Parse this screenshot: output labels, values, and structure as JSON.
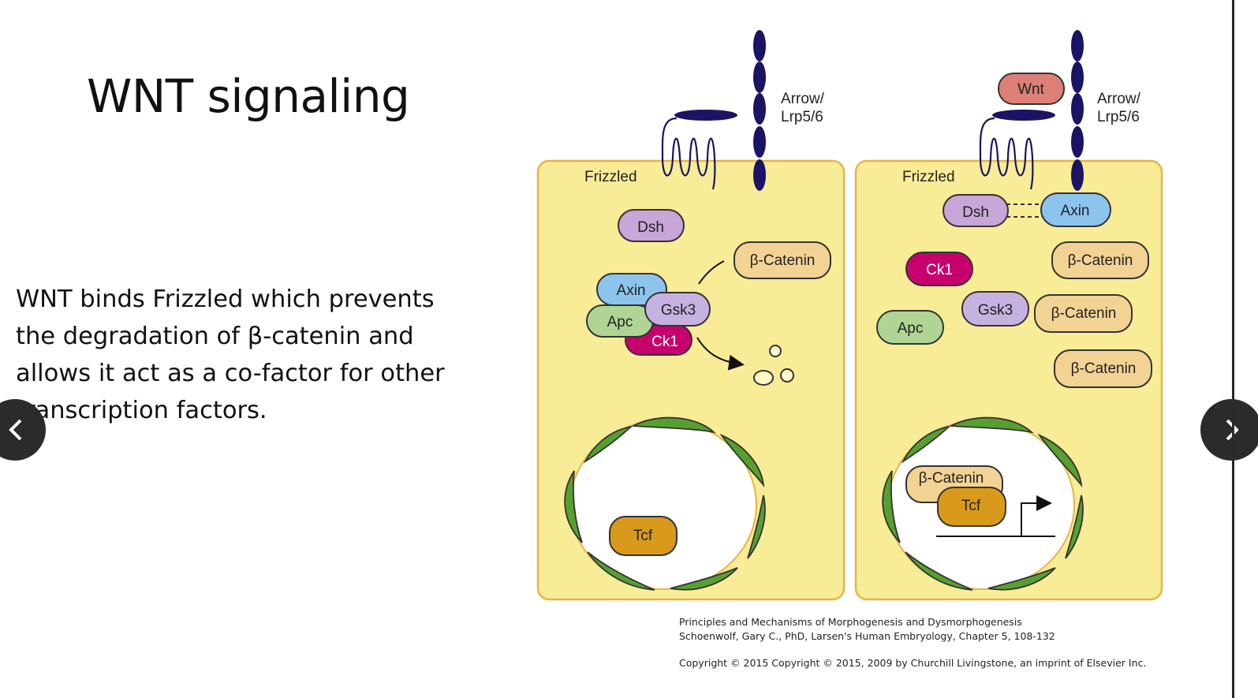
{
  "slide": {
    "title": "WNT signaling",
    "body_lines": [
      "WNT binds Frizzled which prevents",
      "the degradation of β-catenin and",
      "allows it act as a co-factor for other",
      "transcription factors."
    ]
  },
  "diagram": {
    "left_panel": {
      "receptor_label": [
        "Arrow/",
        "Lrp5/6"
      ],
      "frizzled": "Frizzled",
      "dsh": "Dsh",
      "axin": "Axin",
      "gsk3": "Gsk3",
      "apc": "Apc",
      "ck1": "Ck1",
      "catenin": "β-Catenin",
      "tcf": "Tcf"
    },
    "right_panel": {
      "wnt": "Wnt",
      "receptor_label": [
        "Arrow/",
        "Lrp5/6"
      ],
      "frizzled": "Frizzled",
      "dsh": "Dsh",
      "axin": "Axin",
      "ck1": "Ck1",
      "apc": "Apc",
      "gsk3": "Gsk3",
      "catenin_1": "β-Catenin",
      "catenin_2": "β-Catenin",
      "catenin_3": "β-Catenin",
      "nuclear_catenin": "β-Catenin",
      "tcf": "Tcf"
    }
  },
  "citation": {
    "line1": "Principles and Mechanisms of Morphogenesis and Dysmorphogenesis",
    "line2": "Schoenwolf, Gary C., PhD, Larsen's Human Embryology, Chapter 5, 108-132",
    "copyright": "Copyright © 2015   Copyright © 2015, 2009 by Churchill Livingstone, an imprint of Elsevier Inc."
  },
  "colors": {
    "cell_fill": "#f8ec96",
    "cell_border": "#e4b64a",
    "receptor": "#1b1464",
    "dsh": "#c8a6d8",
    "axin": "#8cc4ee",
    "apc": "#b0d494",
    "ck1": "#c8006e",
    "gsk3": "#c6b2e0",
    "catenin": "#f3d394",
    "tcf": "#d99a1c",
    "wnt": "#dc8078",
    "nuclear_envelope": "#56a030"
  }
}
